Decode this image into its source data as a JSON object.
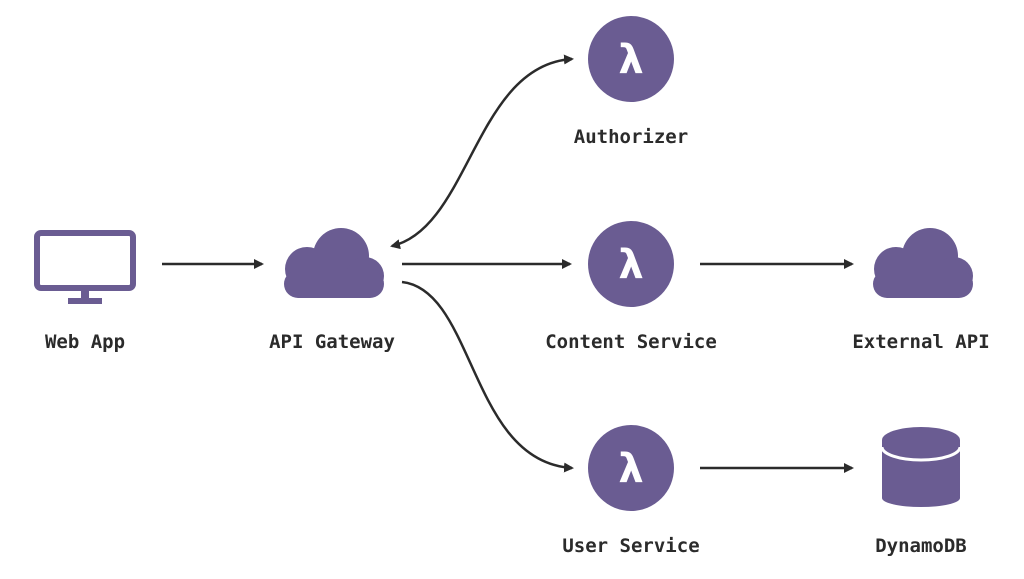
{
  "colors": {
    "node_fill": "#6a5c92",
    "edge": "#2b2b2b",
    "label": "#2b2b2b",
    "background": "#ffffff"
  },
  "nodes": {
    "web_app": {
      "label": "Web App",
      "icon": "monitor-icon"
    },
    "api_gateway": {
      "label": "API Gateway",
      "icon": "cloud-icon"
    },
    "authorizer": {
      "label": "Authorizer",
      "icon": "lambda-icon",
      "glyph": "λ"
    },
    "content_service": {
      "label": "Content Service",
      "icon": "lambda-icon",
      "glyph": "λ"
    },
    "user_service": {
      "label": "User Service",
      "icon": "lambda-icon",
      "glyph": "λ"
    },
    "external_api": {
      "label": "External API",
      "icon": "cloud-icon"
    },
    "dynamodb": {
      "label": "DynamoDB",
      "icon": "database-icon"
    }
  },
  "edges": [
    {
      "from": "Web App",
      "to": "API Gateway"
    },
    {
      "from": "API Gateway",
      "to": "Authorizer",
      "bidirectional": true
    },
    {
      "from": "API Gateway",
      "to": "Content Service"
    },
    {
      "from": "API Gateway",
      "to": "User Service"
    },
    {
      "from": "Content Service",
      "to": "External API"
    },
    {
      "from": "User Service",
      "to": "DynamoDB"
    }
  ]
}
